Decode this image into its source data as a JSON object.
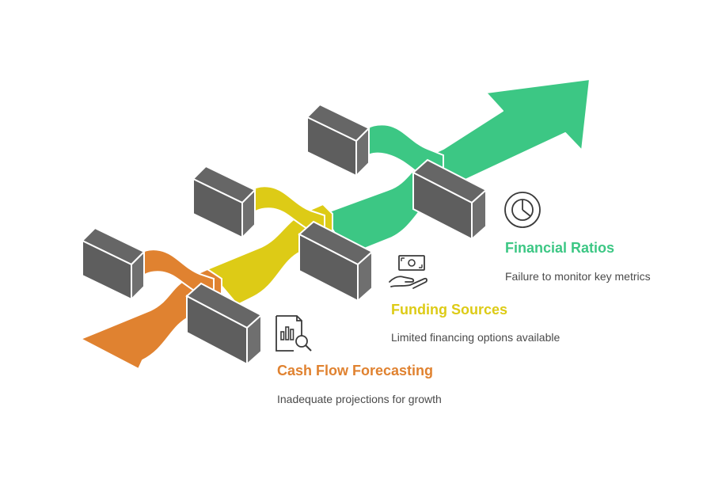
{
  "colors": {
    "orange": "#E08230",
    "yellow": "#DDCB16",
    "green": "#3CC784",
    "block_dark": "#666666",
    "block_face": "#5E5E5E",
    "edge": "#FFFFFF",
    "icon": "#3a3a3a",
    "desc_text": "#4a4a4a"
  },
  "steps": [
    {
      "title": "Cash Flow Forecasting",
      "description": "Inadequate projections for growth",
      "color": "#E08230",
      "icon": "chart-search-icon"
    },
    {
      "title": "Funding Sources",
      "description": "Limited financing options available",
      "color": "#DDCB16",
      "icon": "money-hand-icon"
    },
    {
      "title": "Financial Ratios",
      "description": "Failure to monitor key metrics",
      "color": "#3CC784",
      "icon": "pie-chart-icon"
    }
  ]
}
